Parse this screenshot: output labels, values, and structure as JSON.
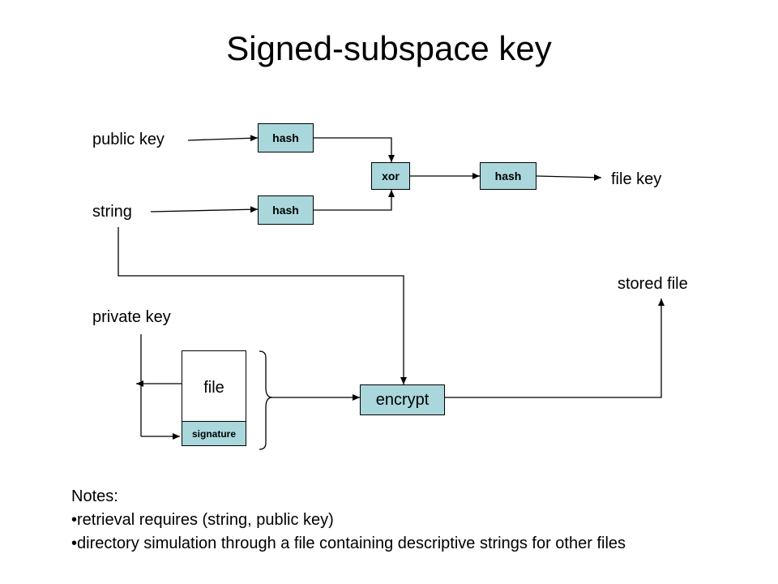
{
  "title": "Signed-subspace key",
  "inputs": {
    "public_key": "public key",
    "string": "string",
    "private_key": "private key"
  },
  "boxes": {
    "hash_top": "hash",
    "hash_bottom": "hash",
    "xor": "xor",
    "hash_final": "hash",
    "encrypt": "encrypt",
    "file": "file",
    "signature": "signature"
  },
  "outputs": {
    "file_key": "file key",
    "stored_file": "stored file"
  },
  "notes": {
    "heading": "Notes:",
    "items": [
      "retrieval requires (string, public key)",
      "directory simulation through a file containing descriptive strings for other files"
    ]
  },
  "colors": {
    "box_fill": "#a9d7dc",
    "line": "#000000"
  }
}
